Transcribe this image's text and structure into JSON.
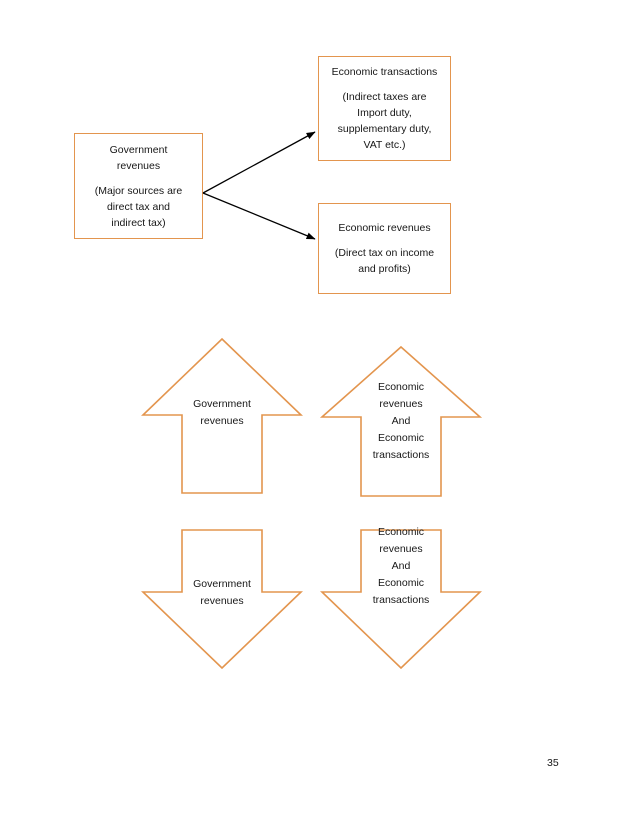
{
  "page": {
    "number": "35",
    "background_color": "#ffffff",
    "accent_color": "#E3954E",
    "connector_color": "#000000",
    "text_color": "#171717"
  },
  "flow": {
    "source_box": {
      "title_line1": "Government",
      "title_line2": "revenues",
      "detail_line1": "(Major sources are",
      "detail_line2": "direct tax and",
      "detail_line3": "indirect tax)"
    },
    "target_boxes": [
      {
        "title": "Economic transactions",
        "detail_line1": "(Indirect taxes are",
        "detail_line2": "Import duty,",
        "detail_line3": "supplementary duty,",
        "detail_line4": "VAT etc.)"
      },
      {
        "title": "Economic revenues",
        "detail_line1": "(Direct tax on income",
        "detail_line2": "and profits)"
      }
    ]
  },
  "arrows": {
    "up_left": {
      "direction": "up",
      "label_line1": "Government",
      "label_line2": "revenues"
    },
    "up_right": {
      "direction": "up",
      "label_line1": "Economic",
      "label_line2": "revenues",
      "label_line3": "And",
      "label_line4": "Economic",
      "label_line5": "transactions"
    },
    "down_left": {
      "direction": "down",
      "label_line1": "Government",
      "label_line2": "revenues"
    },
    "down_right": {
      "direction": "down",
      "label_line1": "Economic",
      "label_line2": "revenues",
      "label_line3": "And",
      "label_line4": "Economic",
      "label_line5": "transactions"
    }
  }
}
